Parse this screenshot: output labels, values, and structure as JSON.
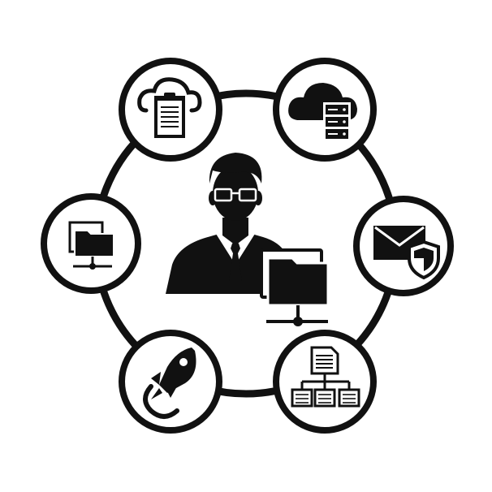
{
  "colors": {
    "ink": "#111111",
    "paper": "#ffffff"
  },
  "center": {
    "icon": "businessman-with-shared-folder-icon"
  },
  "nodes": [
    {
      "position": "top-left",
      "icon": "cloud-clipboard-icon"
    },
    {
      "position": "top-right",
      "icon": "cloud-server-icon"
    },
    {
      "position": "right",
      "icon": "secure-email-icon"
    },
    {
      "position": "bottom-right",
      "icon": "document-hierarchy-icon"
    },
    {
      "position": "bottom-left",
      "icon": "rocket-launch-icon"
    },
    {
      "position": "left",
      "icon": "network-folder-icon"
    }
  ]
}
